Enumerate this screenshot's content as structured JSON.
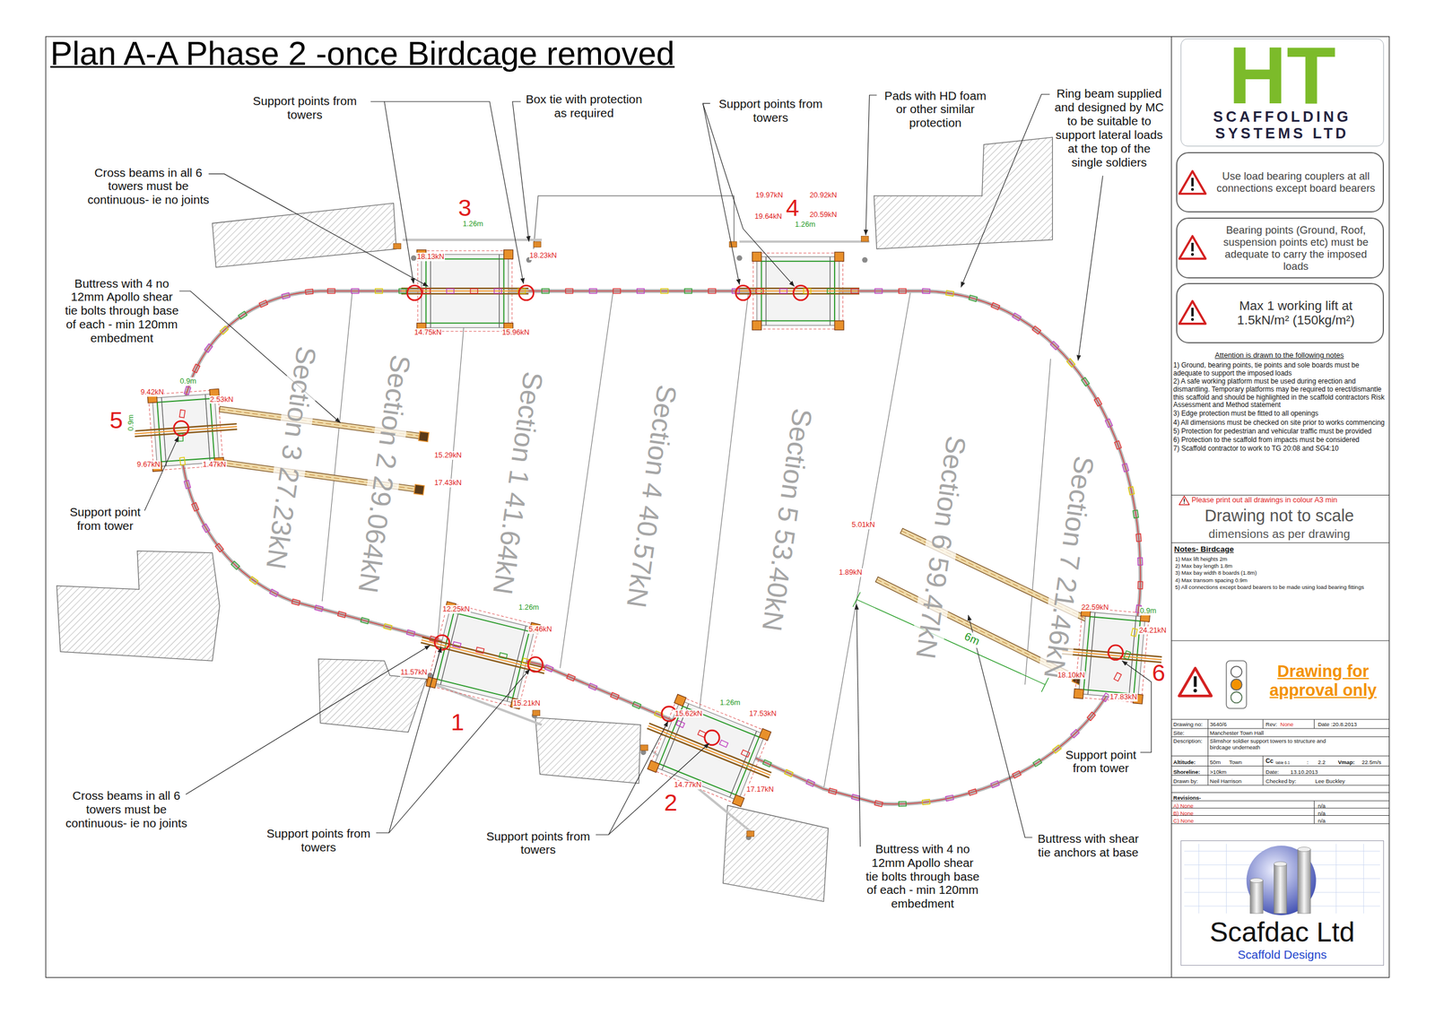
{
  "diagram": {
    "title": "Plan A-A Phase 2 -once Birdcage removed",
    "nodes": [
      {
        "text": [
          "HT",
          "SCAFFOLDING SYSTEMS LTD"
        ]
      },
      {
        "text": [
          "Use load bearing couplers at all connections except board bearers"
        ]
      },
      {
        "text": [
          "Bearing points (Ground, Roof, suspension points etc) must be adequate to carry the imposed loads"
        ]
      },
      {
        "text": [
          "Max 1 working lift at 1.5kN/m² (150kg/m²)"
        ]
      },
      {
        "text": [
          "Drawing for approval only"
        ]
      },
      {
        "text": [
          "Scafdac Ltd",
          "Scaffold Designs"
        ]
      }
    ],
    "labels": [
      "Support points from towers",
      "Box tie with protection as required",
      "Support points from towers",
      "Pads with HD foam or other similar protection",
      "Ring beam supplied and designed by MC to be suitable to support lateral loads at the top of the single soldiers",
      "Cross beams in all 6 towers must be continuous- ie no joints",
      "Buttress with 4 no 12mm Apollo shear tie bolts through base of each - min 120mm embedment",
      "Support point from tower",
      "Cross beams in all 6 towers must be continuous- ie no joints",
      "Support points from towers",
      "Support points from towers",
      "Buttress with 4 no 12mm Apollo shear tie bolts through base of each - min 120mm embedment",
      "Buttress with shear tie anchors at base",
      "Support point from tower",
      "3",
      "4",
      "5",
      "1",
      "2",
      "6",
      "Section 3 27.23kN",
      "Section 2 29.064kN",
      "Section 1 41.64kN",
      "Section 4 40.57kN",
      "Section 5 53.40kN",
      "Section 6 59.47kN",
      "Section 7 21.46kN",
      "18.13kN",
      "18.23kN",
      "14.75kN",
      "15.96kN",
      "19.97kN",
      "20.92kN",
      "19.64kN",
      "20.59kN",
      "9.42kN",
      "2.53kN",
      "9.67kN",
      "1.47kN",
      "15.29kN",
      "17.43kN",
      "12.25kN",
      "5.46kN",
      "11.57kN",
      "15.21kN",
      "15.62kN",
      "17.53kN",
      "14.77kN",
      "17.17kN",
      "22.59kN",
      "24.21kN",
      "18.10kN",
      "17.83kN",
      "5.01kN",
      "1.89kN",
      "1.26m",
      "1.26m",
      "0.9m",
      "0.9m",
      "1.26m",
      "1.26m",
      "0.9m",
      "6m",
      "Attention is drawn to the following notes",
      "1) Ground, bearing points, tie points and sole boards must be adequate to support the imposed loads",
      "2) A safe working platform must be used during erection and dismantling. Temporary platforms may be required to erect/dismantle this scaffold and should be highlighted in the scaffold contractors Risk Assessment and Method statement",
      "3) Edge protection must be fitted to all openings",
      "4) All dimensions must be checked on site prior to works commencing",
      "5) Protection for pedestrian and vehicular traffic must be provided",
      "6) Protection to the scaffold from impacts must be considered",
      "7) Scaffold contractor to work to TG 20:08 and SG4:10",
      "Please print out all drawings in colour A3 min",
      "Drawing not to scale",
      "dimensions as per drawing",
      "Notes- Birdcage",
      "1) Max lift heights 2m",
      "2) Max bay length 1.8m",
      "3) Max bay width 8 boards (1.8m)",
      "4) Max transom spacing 0.9m",
      "5) All connections except board bearers to be made using load bearing fittings",
      "Drawing no:",
      "3640/6",
      "Rev:",
      "None",
      "Date :20.8.2013",
      "Site:",
      "Manchester Town Hall",
      "Description:",
      "Slimshor soldier support towers to structure and birdcage underneath",
      "Altitude:",
      "50m",
      "Town",
      "Cc",
      "table 6.1",
      ":",
      "2.2",
      "Vmap:",
      "22.5m/s",
      "Shoreline:",
      ">10km",
      "Date:",
      "13.10.2013",
      "Drawn by:",
      "Neil Harrison",
      "Checked by:",
      "Lee Buckley",
      "Revisions-",
      "A) None",
      "n/a",
      "B) None",
      "n/a",
      "C) None",
      "n/a"
    ]
  }
}
